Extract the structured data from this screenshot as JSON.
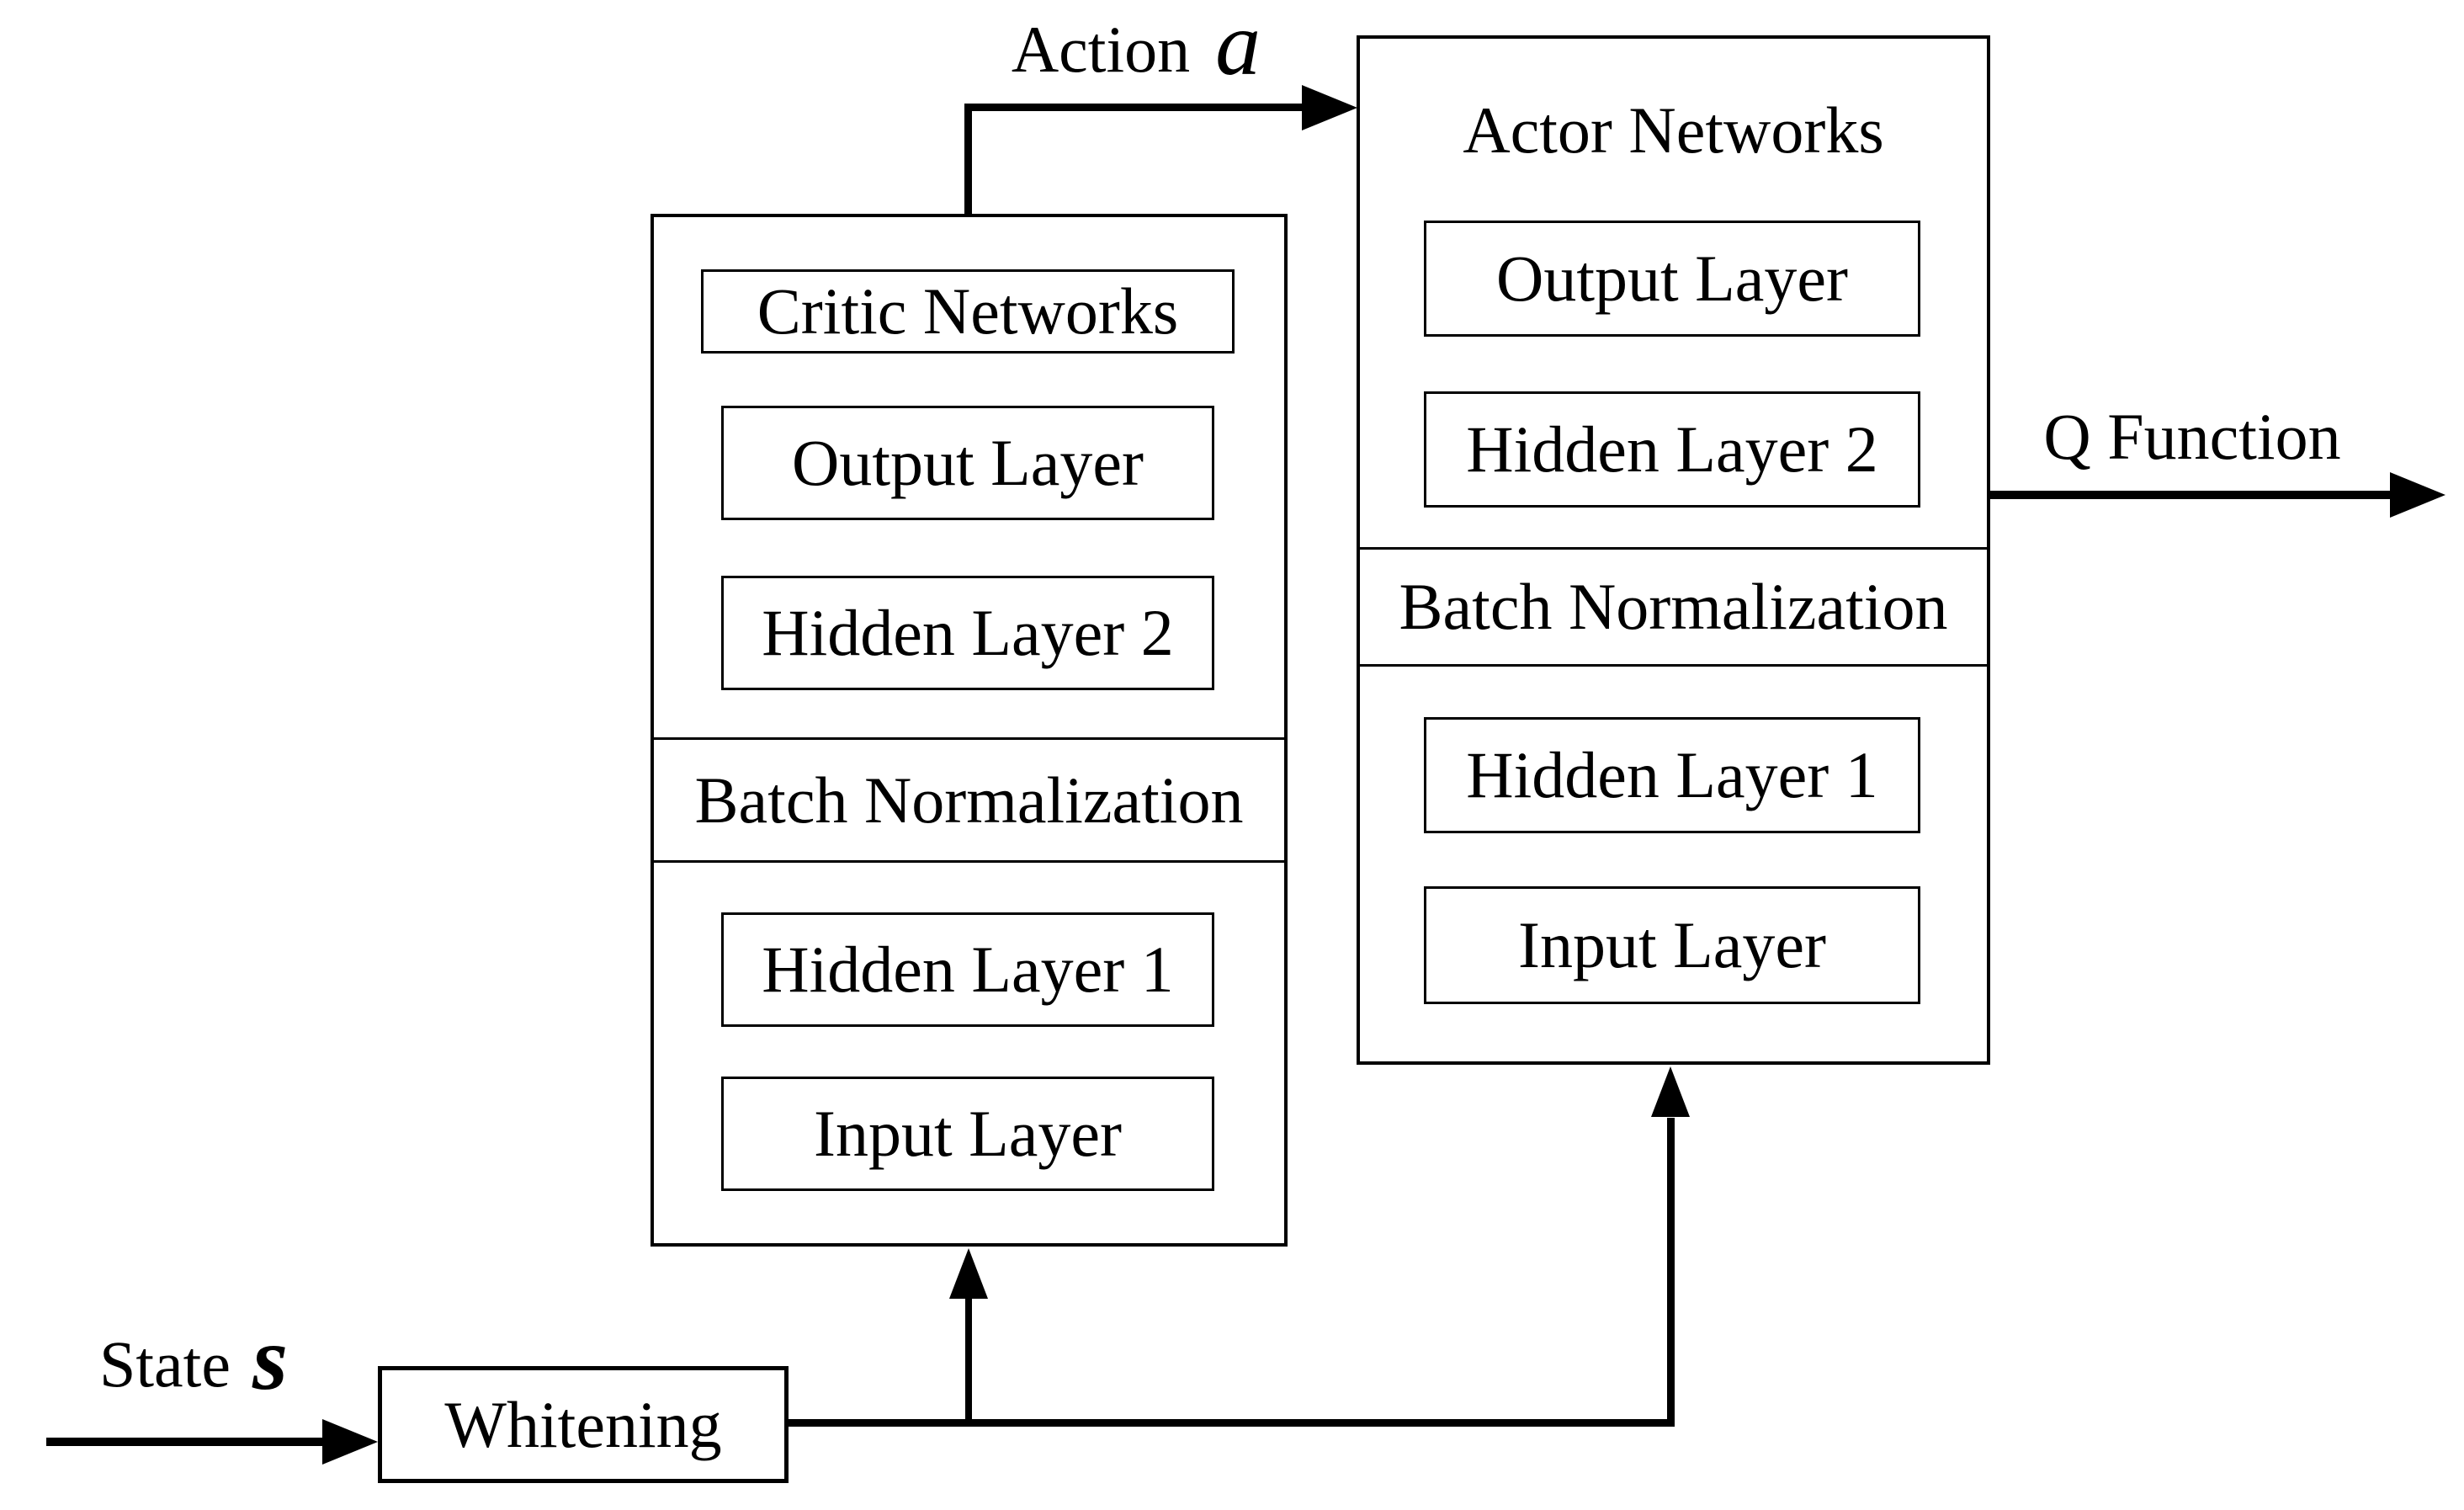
{
  "figure": {
    "critic_network": {
      "title": "Critic Networks",
      "output_layer": "Output Layer",
      "hidden_layer_2": "Hidden Layer 2",
      "batch_normalization": "Batch Normalization",
      "hidden_layer_1": "Hidden Layer 1",
      "input_layer": "Input Layer"
    },
    "actor_network": {
      "title": "Actor Networks",
      "output_layer": "Output Layer",
      "hidden_layer_2": "Hidden Layer 2",
      "batch_normalization": "Batch Normalization",
      "hidden_layer_1": "Hidden Layer 1",
      "input_layer": "Input Layer"
    },
    "preprocess": {
      "whitening": "Whitening"
    },
    "annotations": {
      "action_label": "Action",
      "action_symbol": "a",
      "state_label": "State",
      "state_symbol": "s",
      "q_function_label": "Q Function"
    },
    "colors": {
      "stroke": "#000000",
      "background": "#ffffff"
    }
  }
}
